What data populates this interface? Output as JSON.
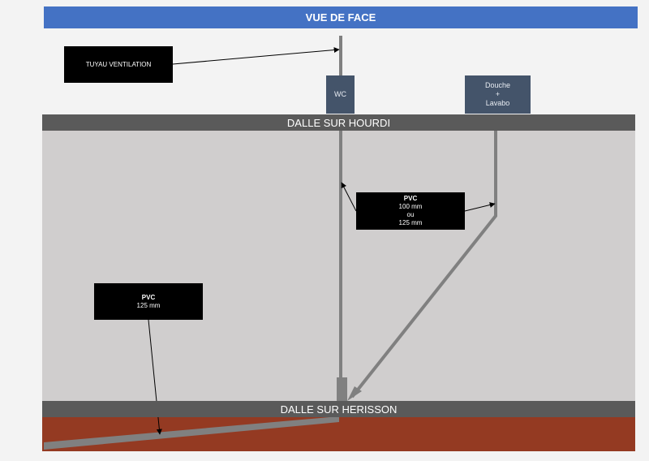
{
  "title": "VUE DE FACE",
  "slabs": {
    "upper": "DALLE SUR HOURDI",
    "lower": "DALLE SUR HERISSON"
  },
  "fixtures": {
    "wc": "WC",
    "douche": [
      "Douche",
      "+",
      "Lavabo"
    ]
  },
  "labels": {
    "ventilation": "TUYAU VENTILATION",
    "pvc_vertical": {
      "title": "PVC",
      "lines": [
        "100 mm",
        "ou",
        "125 mm"
      ]
    },
    "pvc_horizontal": {
      "title": "PVC",
      "lines": [
        "125 mm"
      ]
    }
  },
  "colors": {
    "title_bar": "#4472c4",
    "slab_band": "#5a5a5a",
    "hourdi_fill": "#d0cece",
    "ground": "#943a22",
    "fixture": "#44546a",
    "pipe": "#808080"
  }
}
